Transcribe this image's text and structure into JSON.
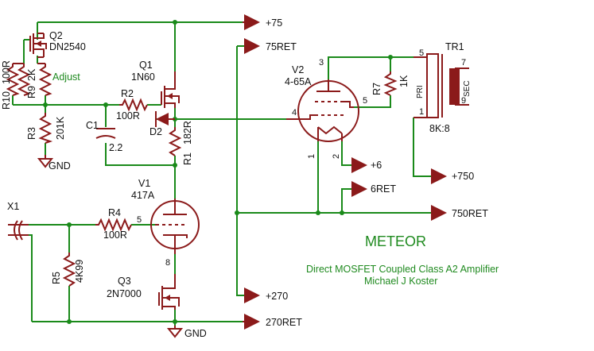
{
  "title": "METEOR",
  "subtitle": "Direct MOSFET Coupled Class A2 Amplifier",
  "author": "Michael J Koster",
  "note_adjust": "Adjust",
  "components": {
    "q2": {
      "ref": "Q2",
      "value": "DN2540"
    },
    "q1": {
      "ref": "Q1",
      "value": "1N60"
    },
    "q3": {
      "ref": "Q3",
      "value": "2N7000"
    },
    "r10": {
      "ref": "R10",
      "value": "100R"
    },
    "r9": {
      "ref": "R9",
      "value": "2K"
    },
    "r3": {
      "ref": "R3",
      "value": "201K"
    },
    "r2": {
      "ref": "R2",
      "value": "100R"
    },
    "c1": {
      "ref": "C1",
      "value": "2.2"
    },
    "d2": {
      "ref": "D2"
    },
    "r1": {
      "ref": "R1",
      "value": "182R"
    },
    "v1": {
      "ref": "V1",
      "value": "417A"
    },
    "r4": {
      "ref": "R4",
      "value": "100R"
    },
    "r5": {
      "ref": "R5",
      "value": "4K99"
    },
    "x1": {
      "ref": "X1"
    },
    "v2": {
      "ref": "V2",
      "value": "4-65A"
    },
    "r7": {
      "ref": "R7",
      "value": "1K"
    },
    "tr1": {
      "ref": "TR1",
      "value": "8K:8",
      "pri": "PRI",
      "sec": "SEC"
    }
  },
  "pins": {
    "v1_grid": "5",
    "v1_cath": "8",
    "v2_plate": "3",
    "v2_grid": "4",
    "v2_screen": "5",
    "v2_fil1": "1",
    "v2_fil2": "2",
    "tr_p1": "5",
    "tr_p2": "1",
    "tr_s1": "7",
    "tr_s2": "9"
  },
  "nets": {
    "p75": "+75",
    "r75": "75RET",
    "p6": "+6",
    "r6": "6RET",
    "p750": "+750",
    "r750": "750RET",
    "p270": "+270",
    "r270": "270RET",
    "gnd1": "GND",
    "gnd2": "GND"
  }
}
